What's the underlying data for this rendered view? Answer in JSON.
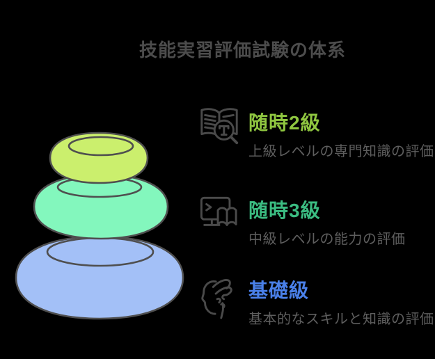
{
  "title": "技能実習評価試験の体系",
  "items": [
    {
      "label": "随時2級",
      "desc": "上級レベルの専門知識の評価",
      "color": "#8fc640",
      "stone_color": "#cbef6d",
      "icon": "book-search-icon"
    },
    {
      "label": "随時3級",
      "desc": "中級レベルの能力の評価",
      "color": "#3bbc82",
      "stone_color": "#83f7bd",
      "icon": "monitor-book-icon"
    },
    {
      "label": "基礎級",
      "desc": "基本的なスキルと知識の評価",
      "color": "#4a80e9",
      "stone_color": "#a3c0f7",
      "icon": "hand-skill-icon"
    }
  ],
  "colors": {
    "background": "#000000",
    "outline": "#4f4f4f",
    "icon_stroke": "#4a4a4a",
    "title": "#4c4c4c",
    "desc": "#5e5e5e"
  }
}
